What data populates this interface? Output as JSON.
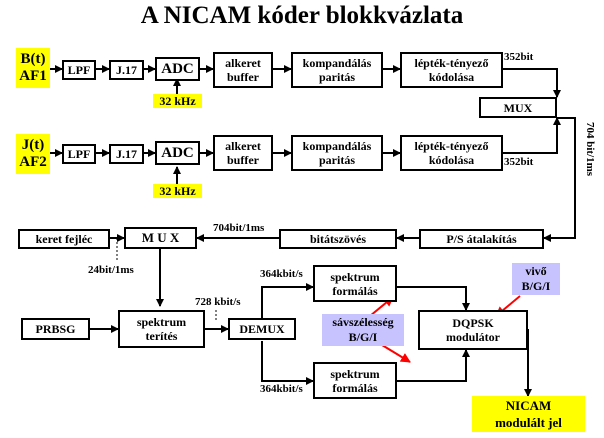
{
  "title": "A NICAM kóder blokkvázlata",
  "inputs": {
    "ch1": "B(t)\nAF1",
    "ch2": "J(t)\nAF2"
  },
  "blocks": {
    "lpf": "LPF",
    "j17": "J.17",
    "adc": "ADC",
    "buffer": "alkeret\nbuffer",
    "compand": "kompandálás\nparitás",
    "scale": "lépték-tényező\nkódolása",
    "mux1": "MUX",
    "ps": "P/S átalakítás",
    "interleave": "bitátszövés",
    "mux2": "M U X",
    "frame_header": "keret fejléc",
    "prbsg": "PRBSG",
    "spread": "spektrum\nterítés",
    "demux": "DEMUX",
    "shape": "spektrum\nformálás",
    "dqpsk": "DQPSK\nmodulátor"
  },
  "sample_rate": "32 kHz",
  "labels": {
    "rate352": "352bit",
    "rate704_vertical": "704 bit/1ms",
    "rate704": "704bit/1ms",
    "rate24": "24bit/1ms",
    "rate728": "728 kbit/s",
    "rate364": "364kbit/s"
  },
  "annotations": {
    "bandwidth": "sávszélesség\nB/G/I",
    "carrier": "vivő\nB/G/I"
  },
  "output": "NICAM\nmodulált jel",
  "colors": {
    "highlight_yellow": "#ffff00",
    "highlight_blue": "#c7c3ff",
    "arrow_red": "#ff0000",
    "line": "#000000"
  }
}
